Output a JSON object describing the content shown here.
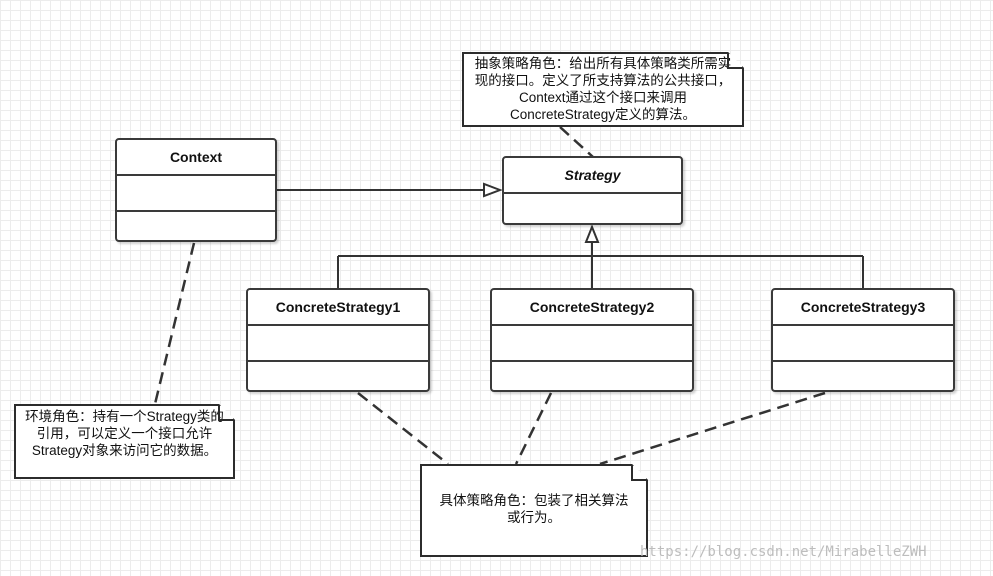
{
  "diagram": {
    "classes": {
      "context": {
        "name": "Context"
      },
      "strategy": {
        "name": "Strategy"
      },
      "concrete1": {
        "name": "ConcreteStrategy1"
      },
      "concrete2": {
        "name": "ConcreteStrategy2"
      },
      "concrete3": {
        "name": "ConcreteStrategy3"
      }
    },
    "notes": {
      "strategy_note": "抽象策略角色：给出所有具体策略类所需实现的接口。定义了所支持算法的公共接口，Context通过这个接口来调用ConcreteStrategy定义的算法。",
      "context_note": "环境角色：持有一个Strategy类的引用，可以定义一个接口允许Strategy对象来访问它的数据。",
      "concrete_note": "具体策略角色：包装了相关算法或行为。"
    },
    "watermark": "https://blog.csdn.net/MirabelleZWH"
  }
}
